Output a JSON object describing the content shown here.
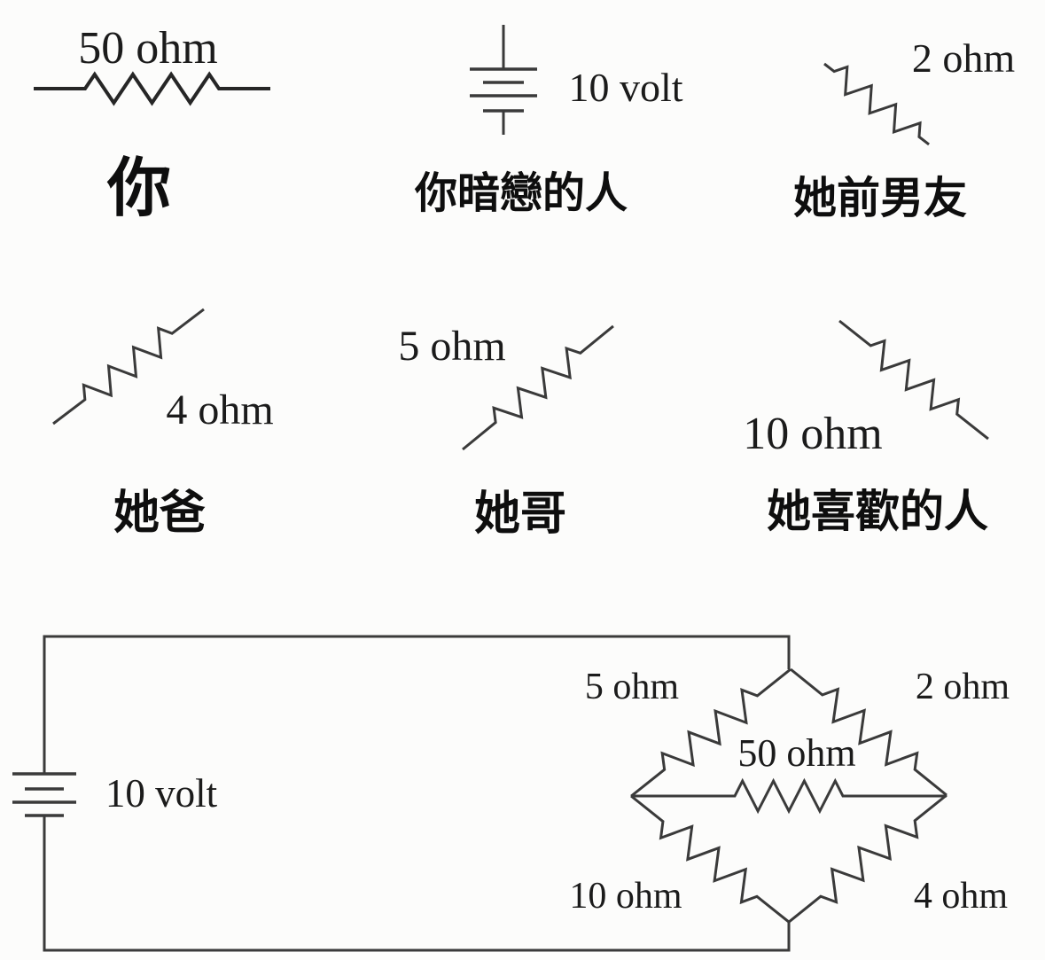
{
  "colors": {
    "background": "#fcfcfb",
    "ink": "#3a3a3a",
    "ink_bold": "#262626",
    "text": "#1b1b1b",
    "cjk_text": "#0e0e0e"
  },
  "legend": {
    "items": [
      {
        "value": "50 ohm",
        "caption": "你",
        "symbol": "resistor-horizontal"
      },
      {
        "value": "10 volt",
        "caption": "你暗戀的人",
        "symbol": "battery-vertical"
      },
      {
        "value": "2 ohm",
        "caption": "她前男友",
        "symbol": "resistor-diagonal-descending"
      },
      {
        "value": "4 ohm",
        "caption": "她爸",
        "symbol": "resistor-diagonal-ascending"
      },
      {
        "value": "5 ohm",
        "caption": "她哥",
        "symbol": "resistor-diagonal-ascending"
      },
      {
        "value": "10 ohm",
        "caption": "她喜歡的人",
        "symbol": "resistor-diagonal-descending"
      }
    ]
  },
  "circuit": {
    "battery_label": "10 volt",
    "bridge": {
      "top_left": "5 ohm",
      "top_right": "2 ohm",
      "center": "50 ohm",
      "bottom_left": "10 ohm",
      "bottom_right": "4 ohm"
    }
  }
}
